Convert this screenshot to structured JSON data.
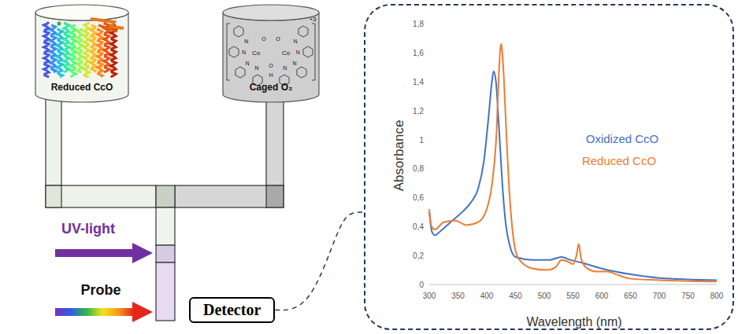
{
  "diagram": {
    "nodes": [
      {
        "text": [
          "Reduced CcO"
        ]
      },
      {
        "text": [
          "Caged O₂"
        ]
      },
      {
        "text": [
          "Detector"
        ]
      },
      {
        "text": [
          "Absorbance",
          "Wavelength (nm)"
        ]
      }
    ],
    "edges": [
      {
        "from": 2,
        "to": 3,
        "arrow": "none"
      }
    ],
    "labels": [
      "+3",
      "N",
      "N",
      "N",
      "N",
      "N",
      "N",
      "N",
      "N",
      "Co",
      "Co",
      "O",
      "O",
      "O",
      "H",
      "UV-light",
      "Probe",
      "0",
      "0,2",
      "0,4",
      "0,6",
      "0,8",
      "1",
      "1,2",
      "1,4",
      "1,6",
      "1,8",
      "300",
      "350",
      "400",
      "450",
      "500",
      "550",
      "600",
      "650",
      "700",
      "750",
      "800",
      "Oxidized CcO",
      "Reduced CcO"
    ]
  }
}
